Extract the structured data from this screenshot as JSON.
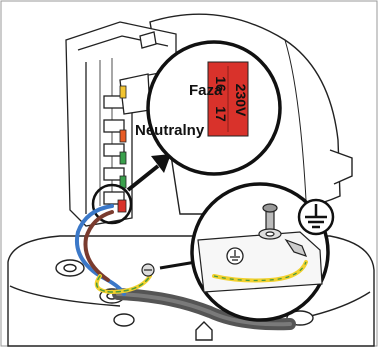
{
  "callout_top": {
    "phase_label": "Faza",
    "neutral_label": "Neutralny",
    "terminal_phase_number": "16",
    "terminal_neutral_number": "17",
    "voltage": "230V",
    "terminal_color": "#d9322b"
  },
  "callout_bottom": {
    "ground_symbol": "earth-ground-icon"
  },
  "wires": {
    "phase_color": "#7a3b2e",
    "neutral_color": "#3b78c8",
    "ground_color": "#f2d12e",
    "ground_stripe_color": "#4d9a3a",
    "cable_color": "#555555"
  }
}
